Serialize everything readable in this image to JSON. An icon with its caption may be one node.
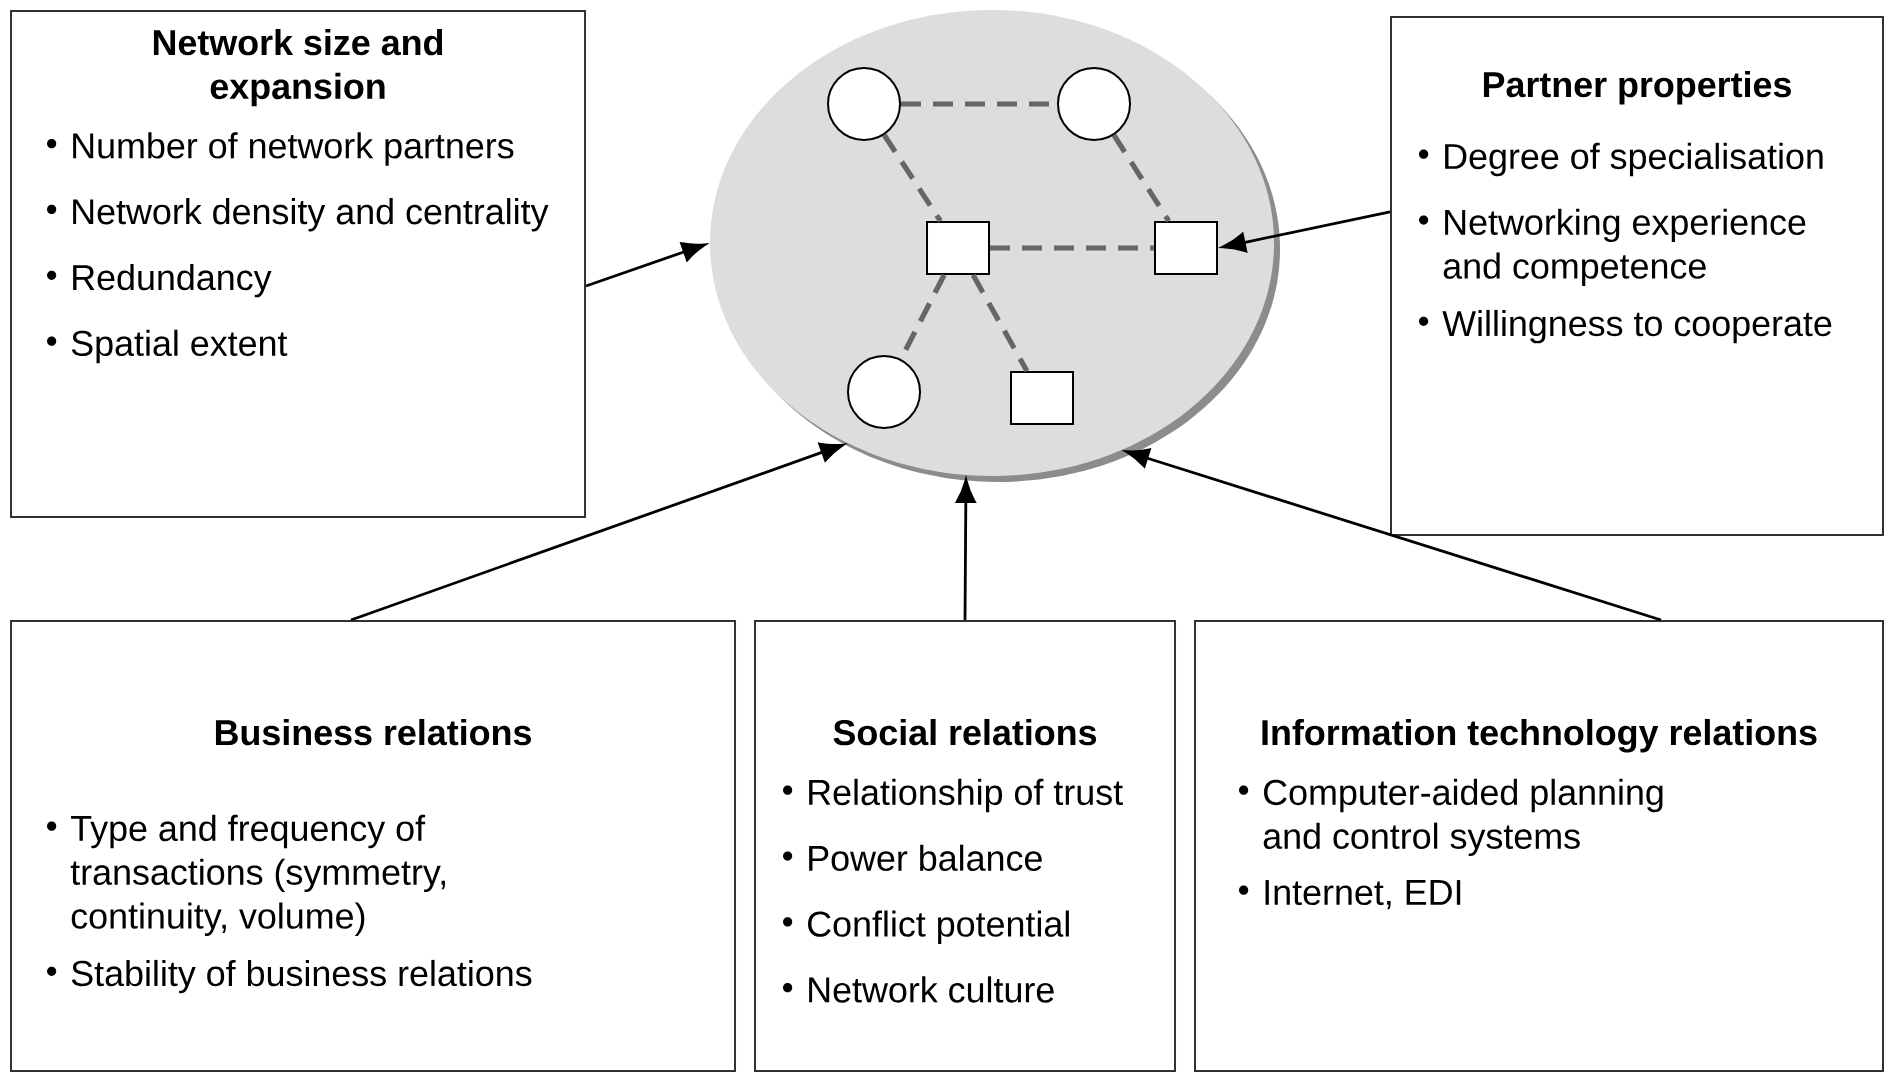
{
  "diagram": {
    "nodes": [
      {
        "text": [
          "Network size and expansion",
          "Number of network partners",
          "Network density and centrality",
          "Redundancy",
          "Spatial extent"
        ]
      },
      {
        "text": [],
        "shape": "ellipse"
      },
      {
        "text": [],
        "shape": "circle",
        "in": 1
      },
      {
        "text": [],
        "shape": "circle",
        "in": 1
      },
      {
        "text": [],
        "shape": "box",
        "in": 1
      },
      {
        "text": [],
        "shape": "box",
        "in": 1
      },
      {
        "text": [],
        "shape": "circle",
        "in": 1
      },
      {
        "text": [],
        "shape": "box",
        "in": 1
      },
      {
        "text": [
          "Partner properties",
          "Degree of specialisation",
          "Networking experience and competence",
          "Willingness to cooperate"
        ]
      },
      {
        "text": [
          "Business relations",
          "Type and frequency of transactions (symmetry, continuity, volume)",
          "Stability of business relations"
        ]
      },
      {
        "text": [
          "Social relations",
          "Relationship of trust",
          "Power balance",
          "Conflict potential",
          "Network culture"
        ]
      },
      {
        "text": [
          "Information technology relations",
          "Computer-aided planning and control systems",
          "Internet, EDI"
        ]
      }
    ],
    "edges": [
      {
        "from": 0,
        "to": 1,
        "arrow": "to",
        "color": "#000000"
      },
      {
        "from": 8,
        "to": 5,
        "arrow": "to",
        "color": "#000000"
      },
      {
        "from": 9,
        "to": 1,
        "arrow": "to",
        "color": "#000000"
      },
      {
        "from": 10,
        "to": 1,
        "arrow": "to",
        "color": "#000000"
      },
      {
        "from": 11,
        "to": 1,
        "arrow": "to",
        "color": "#000000"
      },
      {
        "from": 2,
        "to": 3,
        "arrow": "none",
        "style": "dashed",
        "color": "#666666"
      },
      {
        "from": 2,
        "to": 4,
        "arrow": "none",
        "style": "dashed",
        "color": "#666666"
      },
      {
        "from": 3,
        "to": 5,
        "arrow": "none",
        "style": "dashed",
        "color": "#666666"
      },
      {
        "from": 4,
        "to": 5,
        "arrow": "none",
        "style": "dashed",
        "color": "#666666"
      },
      {
        "from": 4,
        "to": 6,
        "arrow": "none",
        "style": "dashed",
        "color": "#666666"
      },
      {
        "from": 4,
        "to": 7,
        "arrow": "none",
        "style": "dashed",
        "color": "#666666"
      }
    ]
  }
}
